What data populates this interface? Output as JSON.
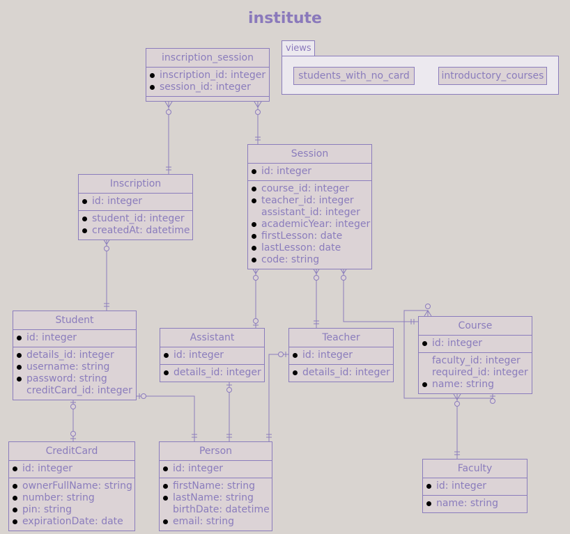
{
  "title": "institute",
  "package": {
    "label": "views",
    "views": [
      "students_with_no_card",
      "introductory_courses"
    ]
  },
  "entities": {
    "inscription_session": {
      "name": "inscription_session",
      "keys": [
        "inscription_id: integer",
        "session_id: integer"
      ]
    },
    "session": {
      "name": "Session",
      "id": "id: integer",
      "fields": [
        "course_id: integer",
        "teacher_id: integer",
        "assistant_id: integer",
        "academicYear: integer",
        "firstLesson: date",
        "lastLesson: date",
        "code: string"
      ]
    },
    "inscription": {
      "name": "Inscription",
      "id": "id: integer",
      "fields": [
        "student_id: integer",
        "createdAt: datetime"
      ]
    },
    "student": {
      "name": "Student",
      "id": "id: integer",
      "fields": [
        "details_id: integer",
        "username: string",
        "password: string",
        "creditCard_id: integer"
      ]
    },
    "assistant": {
      "name": "Assistant",
      "id": "id: integer",
      "fields": [
        "details_id: integer"
      ]
    },
    "teacher": {
      "name": "Teacher",
      "id": "id: integer",
      "fields": [
        "details_id: integer"
      ]
    },
    "course": {
      "name": "Course",
      "id": "id: integer",
      "fields": [
        "faculty_id: integer",
        "required_id: integer",
        "name: string"
      ]
    },
    "creditcard": {
      "name": "CreditCard",
      "id": "id: integer",
      "fields": [
        "ownerFullName: string",
        "number: string",
        "pin: string",
        "expirationDate: date"
      ]
    },
    "person": {
      "name": "Person",
      "id": "id: integer",
      "fields": [
        "firstName: string",
        "lastName: string",
        "birthDate: datetime",
        "email: string"
      ]
    },
    "faculty": {
      "name": "Faculty",
      "id": "id: integer",
      "fields": [
        "name: string"
      ]
    }
  },
  "colors": {
    "background": "#d9d4d0",
    "entity_fill": "#dcd3d6",
    "line": "#8a7cbc",
    "text": "#8a79bb",
    "package_fill": "#ece9ef"
  }
}
